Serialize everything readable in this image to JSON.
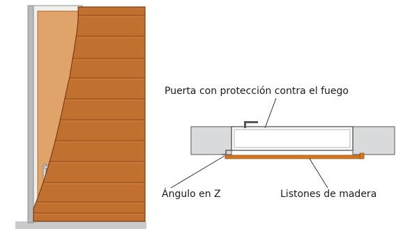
{
  "labels": {
    "fire_door": "Puerta con protección contra el fuego",
    "z_angle": "Ángulo en Z",
    "wood_slats": "Listones de madera"
  },
  "colors": {
    "wood": "#c27030",
    "wood_dark": "#7a3d14",
    "door_panel": "#e0a36a",
    "frame_gray": "#b7b9bc",
    "wall_gray": "#d9dadb",
    "floor_gray": "#c9cacb",
    "orange_strip": "#d2781e"
  }
}
